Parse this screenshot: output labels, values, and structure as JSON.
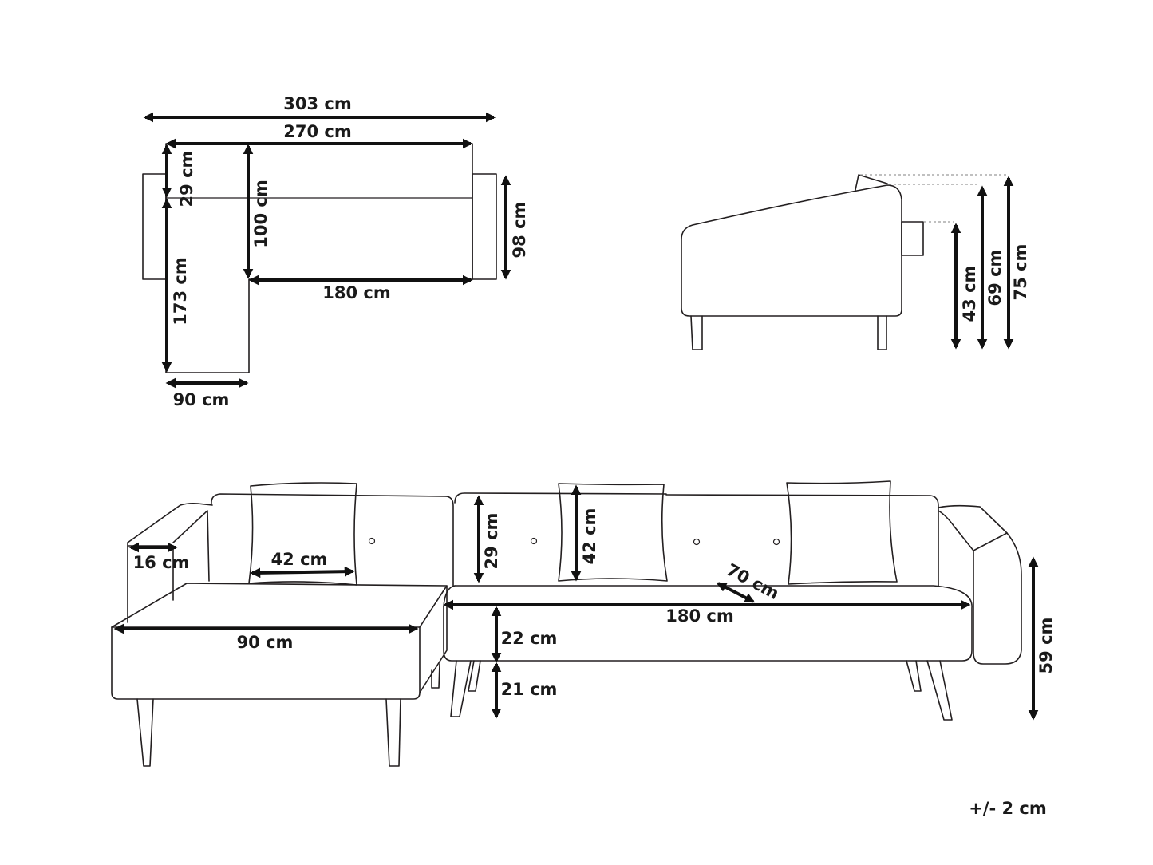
{
  "top_view": {
    "total_width": "303 cm",
    "inner_width": "270 cm",
    "back_depth": "29 cm",
    "seat_depth": "100 cm",
    "armrest_depth": "98 cm",
    "chaise_length": "173 cm",
    "sofa_seat_width": "180 cm",
    "chaise_width": "90 cm"
  },
  "side_view": {
    "seat_height": "43 cm",
    "back_height": "69 cm",
    "total_height": "75 cm"
  },
  "front_view": {
    "armrest_width": "16 cm",
    "pillow_width_left": "42 cm",
    "back_cushion_height": "29 cm",
    "pillow_height": "42 cm",
    "pillow_diagonal": "70 cm",
    "seat_width": "180 cm",
    "chaise_width": "90 cm",
    "seat_thickness": "22 cm",
    "leg_height": "21 cm",
    "armrest_height": "59 cm"
  },
  "tolerance": "+/- 2 cm"
}
